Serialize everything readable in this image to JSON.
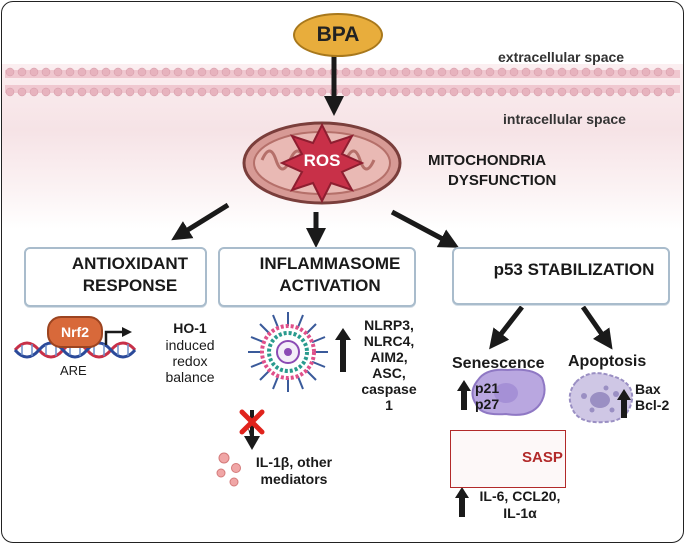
{
  "top": {
    "bpa": "BPA",
    "extracellular": "extracellular space",
    "intracellular": "intracellular space"
  },
  "mito": {
    "ros": "ROS",
    "label_line1": "MITOCHONDRIA",
    "label_line2": "DYSFUNCTION"
  },
  "antioxidant": {
    "line1": "ANTIOXIDANT",
    "line2": "RESPONSE",
    "nrf2": "Nrf2",
    "are": "ARE",
    "ho1": "HO-1",
    "induced": "induced",
    "redox": "redox",
    "balance": "balance"
  },
  "inflammasome": {
    "line1": "INFLAMMASOME",
    "line2": "ACTIVATION",
    "markers": [
      "NLRP3,",
      "NLRC4,",
      "AIM2,",
      "ASC,",
      "caspase",
      "1"
    ],
    "il1b": "IL-1β, other",
    "mediators": "mediators"
  },
  "p53": {
    "title": "p53 STABILIZATION",
    "senescence": "Senescence",
    "apoptosis": "Apoptosis",
    "p21": "p21",
    "p27": "p27",
    "bax": "Bax",
    "bcl2": "Bcl-2",
    "sasp": "SASP",
    "sasp_line1": "IL-6, CCL20,",
    "sasp_line2": "IL-1α"
  },
  "colors": {
    "green_arrow": "#5ea743",
    "ros_red": "#c83048",
    "bpa_orange": "#e8ad3c",
    "mito_fill": "#d79a95",
    "nrf2_orange": "#d8693a",
    "sasp_red": "#b22a2a",
    "cell_purple": "#b9a7e0"
  }
}
